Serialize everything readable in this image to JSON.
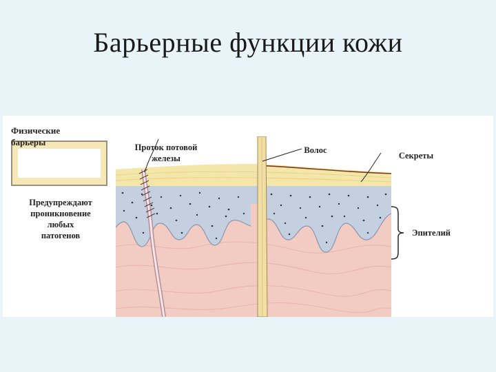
{
  "slide": {
    "title": "Барьерные функции кожи"
  },
  "figure": {
    "box_label": "Физические\nбарьеры",
    "description": "Предупреждают\nпроникновение\nлюбых\nпатогенов",
    "labels": {
      "sweat_duct": "Проток потовой\nжелезы",
      "hair": "Волос",
      "secretions": "Секреты",
      "epithelium": "Эпителий"
    }
  },
  "colors": {
    "background": "#e8f4f8",
    "dermis": "#f2cbc3",
    "epidermis": "#c4cfe0",
    "stratum_corneum": "#f4e6a8",
    "box_fill": "#f6e7b6",
    "hair_shaft": "#f1dfa4"
  }
}
